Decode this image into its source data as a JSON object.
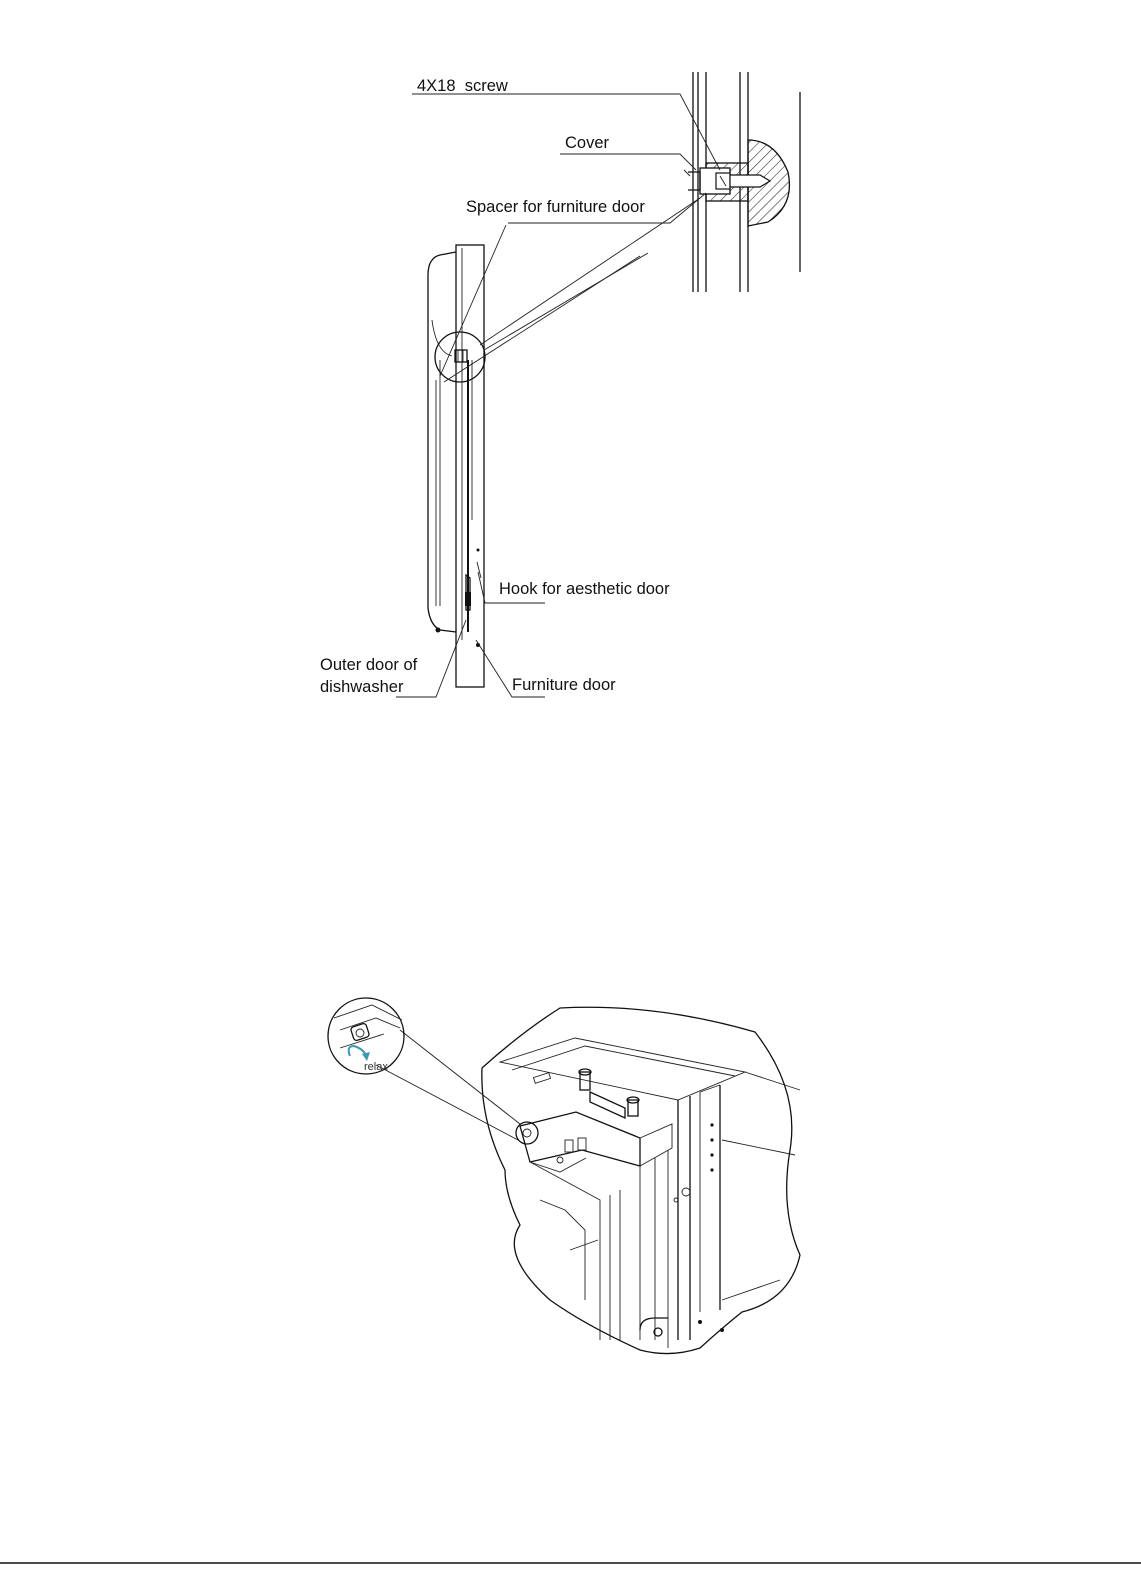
{
  "figure_top": {
    "labels": {
      "screw": "4X18  screw",
      "cover": "Cover",
      "spacer": "Spacer for furniture door",
      "hook": "Hook for aesthetic door",
      "outer_door_line1": "Outer door of",
      "outer_door_line2": "dishwasher",
      "furniture_door": "Furniture door"
    }
  },
  "figure_bottom": {
    "labels": {
      "relax": "relax"
    },
    "colors": {
      "relax_arrow": "#3a9ab5"
    }
  }
}
